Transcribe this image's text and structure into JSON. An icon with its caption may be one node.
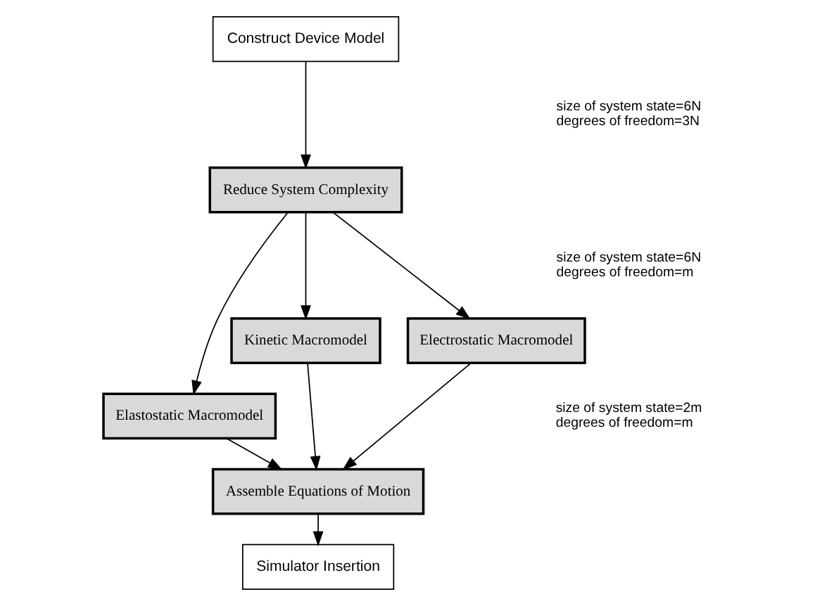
{
  "diagram": {
    "nodes": [
      {
        "text": [
          "Construct Device Model"
        ]
      },
      {
        "text": [
          "Reduce System Complexity"
        ]
      },
      {
        "text": [
          "Kinetic Macromodel"
        ]
      },
      {
        "text": [
          "Electrostatic Macromodel"
        ]
      },
      {
        "text": [
          "Elastostatic Macromodel"
        ]
      },
      {
        "text": [
          "Assemble Equations of Motion"
        ]
      },
      {
        "text": [
          "Simulator Insertion"
        ]
      }
    ],
    "edges": [
      {
        "from": 0,
        "to": 1,
        "arrow": "to"
      },
      {
        "from": 1,
        "to": 2,
        "arrow": "to"
      },
      {
        "from": 1,
        "to": 3,
        "arrow": "to"
      },
      {
        "from": 1,
        "to": 4,
        "arrow": "to"
      },
      {
        "from": 2,
        "to": 5,
        "arrow": "to"
      },
      {
        "from": 3,
        "to": 5,
        "arrow": "to"
      },
      {
        "from": 4,
        "to": 5,
        "arrow": "to"
      },
      {
        "from": 5,
        "to": 6,
        "arrow": "to"
      }
    ],
    "labels": [
      "size of system state=6N",
      "degrees of freedom=3N",
      "size of system state=6N",
      "degrees of freedom=m",
      "size of system state=2m",
      "degrees of freedom=m"
    ]
  }
}
